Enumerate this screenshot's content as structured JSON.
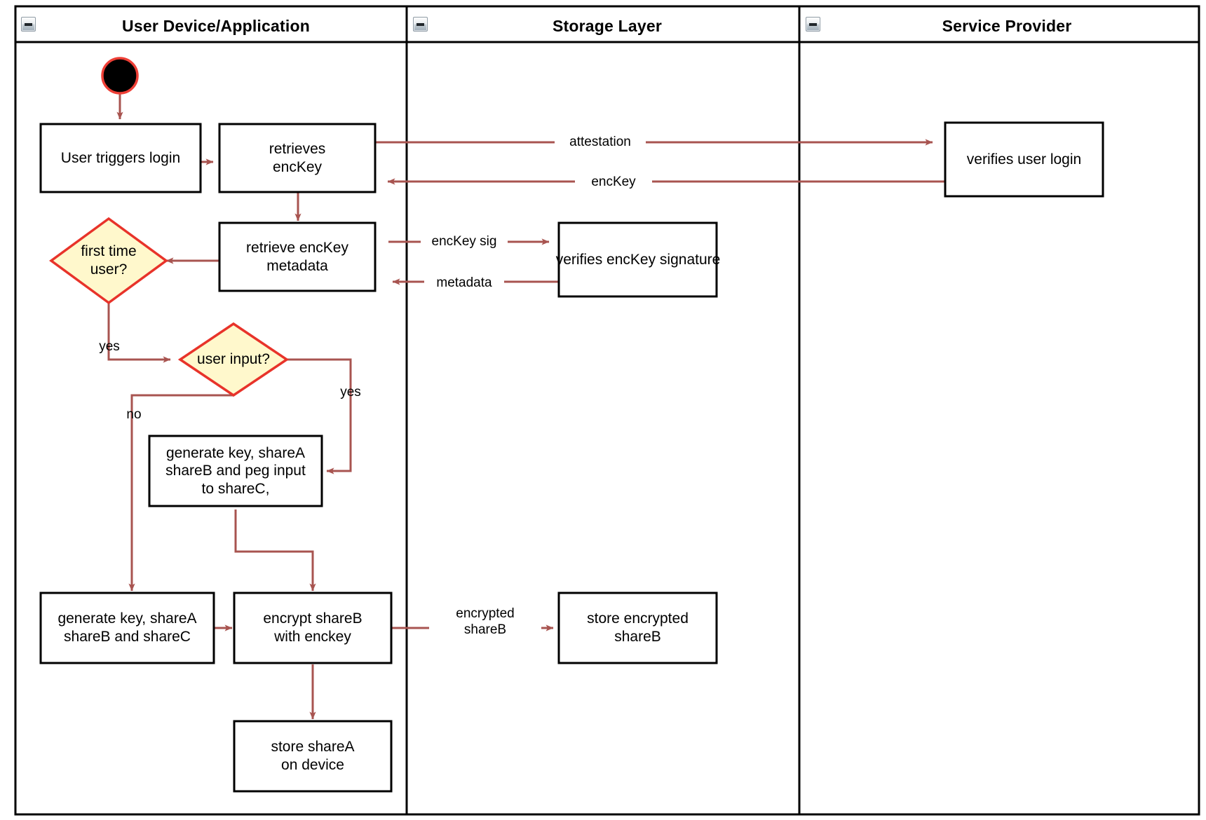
{
  "diagram": {
    "type": "uml-activity-swimlane",
    "title": "Login / key-share provisioning activity diagram",
    "colors": {
      "lane_border": "#000000",
      "node_border": "#000000",
      "node_fill": "#ffffff",
      "decision_border": "#e8332a",
      "decision_fill": "#fff8cc",
      "start_fill": "#000000",
      "start_border": "#ee3f36",
      "edge": "#a85450",
      "text": "#000000",
      "background": "#ffffff"
    }
  },
  "lanes": [
    {
      "id": "user-device",
      "label": "User Device/Application",
      "collapse_icon": "collapse-minus-icon"
    },
    {
      "id": "storage-layer",
      "label": "Storage Layer",
      "collapse_icon": "collapse-minus-icon"
    },
    {
      "id": "service-provider",
      "label": "Service Provider",
      "collapse_icon": "collapse-minus-icon"
    }
  ],
  "nodes": [
    {
      "id": "start",
      "kind": "initial-node",
      "label": "",
      "lane": "user-device"
    },
    {
      "id": "user-triggers-login",
      "kind": "action",
      "label": "User triggers login",
      "lane": "user-device"
    },
    {
      "id": "retrieves-enckey",
      "kind": "action",
      "label": "retrieves\nencKey",
      "lane": "user-device"
    },
    {
      "id": "retrieve-enckey-metadata",
      "kind": "action",
      "label": "retrieve encKey\nmetadata",
      "lane": "user-device"
    },
    {
      "id": "first-time-user",
      "kind": "decision",
      "label": "first time\nuser?",
      "lane": "user-device"
    },
    {
      "id": "user-input",
      "kind": "decision",
      "label": "user input?",
      "lane": "user-device"
    },
    {
      "id": "generate-key-peg",
      "kind": "action",
      "label": "generate key, shareA\nshareB and peg input\nto shareC,",
      "lane": "user-device"
    },
    {
      "id": "generate-key-shares",
      "kind": "action",
      "label": "generate key, shareA\nshareB and shareC",
      "lane": "user-device"
    },
    {
      "id": "encrypt-shareb",
      "kind": "action",
      "label": "encrypt shareB\nwith enckey",
      "lane": "user-device"
    },
    {
      "id": "store-sharea",
      "kind": "action",
      "label": "store shareA\non device",
      "lane": "user-device"
    },
    {
      "id": "verifies-enckey-signature",
      "kind": "action",
      "label": "verifies encKey signature",
      "lane": "storage-layer"
    },
    {
      "id": "store-encrypted-shareb",
      "kind": "action",
      "label": "store encrypted\nshareB",
      "lane": "storage-layer"
    },
    {
      "id": "verifies-user-login",
      "kind": "action",
      "label": "verifies user login",
      "lane": "service-provider"
    }
  ],
  "edges": [
    {
      "id": "e-start-login",
      "from": "start",
      "to": "user-triggers-login",
      "label": ""
    },
    {
      "id": "e-login-retrieves",
      "from": "user-triggers-login",
      "to": "retrieves-enckey",
      "label": ""
    },
    {
      "id": "e-attestation",
      "from": "retrieves-enckey",
      "to": "verifies-user-login",
      "label": "attestation"
    },
    {
      "id": "e-enckey-back",
      "from": "verifies-user-login",
      "to": "retrieves-enckey",
      "label": "encKey"
    },
    {
      "id": "e-retrieves-metadata",
      "from": "retrieves-enckey",
      "to": "retrieve-enckey-metadata",
      "label": ""
    },
    {
      "id": "e-enckey-sig",
      "from": "retrieve-enckey-metadata",
      "to": "verifies-enckey-signature",
      "label": "encKey sig"
    },
    {
      "id": "e-metadata-back",
      "from": "verifies-enckey-signature",
      "to": "retrieve-enckey-metadata",
      "label": "metadata"
    },
    {
      "id": "e-metadata-firsttime",
      "from": "retrieve-enckey-metadata",
      "to": "first-time-user",
      "label": ""
    },
    {
      "id": "e-firsttime-yes",
      "from": "first-time-user",
      "to": "user-input",
      "label": "yes"
    },
    {
      "id": "e-userinput-no",
      "from": "user-input",
      "to": "generate-key-shares",
      "label": "no"
    },
    {
      "id": "e-userinput-yes",
      "from": "user-input",
      "to": "generate-key-peg",
      "label": "yes"
    },
    {
      "id": "e-peg-encrypt",
      "from": "generate-key-peg",
      "to": "encrypt-shareb",
      "label": ""
    },
    {
      "id": "e-shares-encrypt",
      "from": "generate-key-shares",
      "to": "encrypt-shareb",
      "label": ""
    },
    {
      "id": "e-encrypted-shareb",
      "from": "encrypt-shareb",
      "to": "store-encrypted-shareb",
      "label": "encrypted\nshareB"
    },
    {
      "id": "e-encrypt-store-sharea",
      "from": "encrypt-shareb",
      "to": "store-sharea",
      "label": ""
    }
  ]
}
